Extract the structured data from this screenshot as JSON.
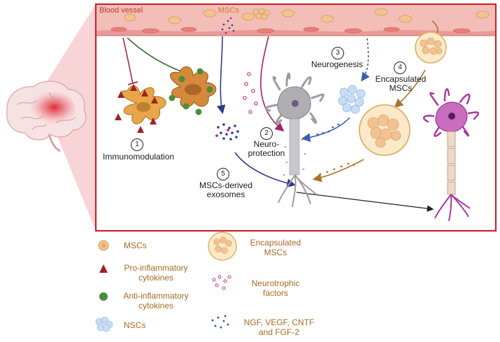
{
  "labels": {
    "blood_vessel": "Blood vessel",
    "mscs_top": "MSCs",
    "neurogenesis": "Neurogenesis",
    "encapsulated_1": "Encapsulated",
    "encapsulated_2": "MSCs",
    "neuroprotection_1": "Neuro-",
    "neuroprotection_2": "protection",
    "immunomodulation": "Immunomodulation",
    "exosomes_1": "MSCs-derived",
    "exosomes_2": "exosomes"
  },
  "steps": [
    "1",
    "2",
    "3",
    "4",
    "5"
  ],
  "legend": {
    "mscs": "MSCs",
    "pro_1": "Pro-inflammatory",
    "pro_2": "cytokines",
    "anti_1": "Anti-inflammatory",
    "anti_2": "cytokines",
    "nscs": "NSCs",
    "encap_1": "Encapsulated",
    "encap_2": "MSCs",
    "neuro_1": "Neurotrophic",
    "neuro_2": "factors",
    "growth_1": "NGF, VEGF, CNTF",
    "growth_2": "and FGF-2"
  },
  "colors": {
    "frame": "#c1272d",
    "vessel": "#f2b7b4",
    "msc": "#f2c291",
    "cytokine_pro": "#9c2424",
    "cytokine_anti": "#4f8a3c",
    "legend_text": "#a36a24",
    "nsc": "#c8ddf5",
    "neuron_grey": "#b0aeb3",
    "neuron_purple": "#a73a9a"
  }
}
